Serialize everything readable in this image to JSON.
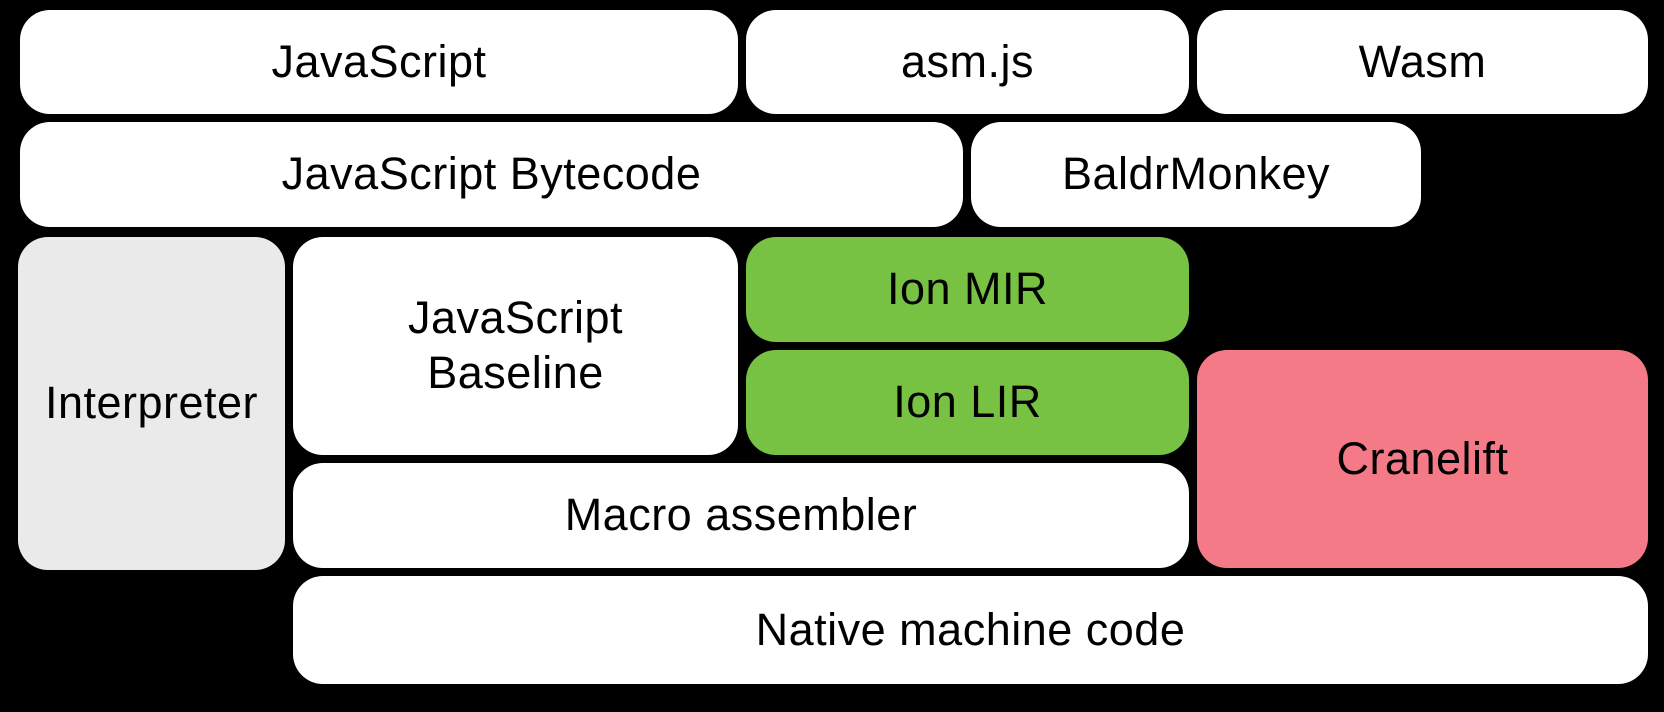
{
  "diagram": {
    "background": "#000000",
    "colors": {
      "box_white": "#FFFFFF",
      "box_gray": "#EAEAEA",
      "box_green": "#77C143",
      "box_pink": "#F57A87",
      "text": "#000000"
    },
    "nodes": [
      {
        "id": "javascript",
        "label": "JavaScript",
        "fill": "#FFFFFF"
      },
      {
        "id": "asmjs",
        "label": "asm.js",
        "fill": "#FFFFFF"
      },
      {
        "id": "wasm",
        "label": "Wasm",
        "fill": "#FFFFFF"
      },
      {
        "id": "javascript-bytecode",
        "label": "JavaScript Bytecode",
        "fill": "#FFFFFF"
      },
      {
        "id": "baldrmonkey",
        "label": "BaldrMonkey",
        "fill": "#FFFFFF"
      },
      {
        "id": "interpreter",
        "label": "Interpreter",
        "fill": "#EAEAEA"
      },
      {
        "id": "javascript-baseline",
        "label": "JavaScript Baseline",
        "fill": "#FFFFFF",
        "lines": [
          "JavaScript",
          "Baseline"
        ]
      },
      {
        "id": "ion-mir",
        "label": "Ion MIR",
        "fill": "#77C143"
      },
      {
        "id": "ion-lir",
        "label": "Ion LIR",
        "fill": "#77C143"
      },
      {
        "id": "cranelift",
        "label": "Cranelift",
        "fill": "#F57A87"
      },
      {
        "id": "macro-assembler",
        "label": "Macro assembler",
        "fill": "#FFFFFF"
      },
      {
        "id": "native-machine-code",
        "label": "Native machine code",
        "fill": "#FFFFFF"
      }
    ]
  }
}
